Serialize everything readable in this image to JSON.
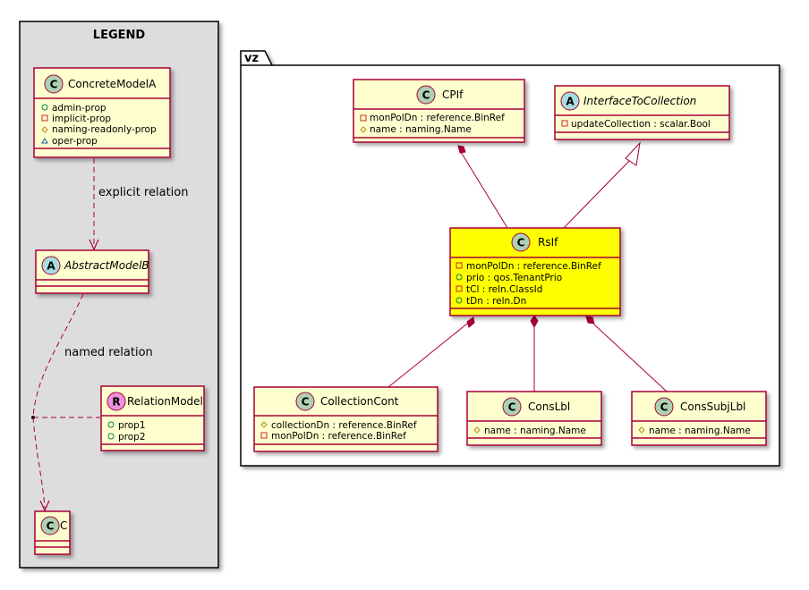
{
  "legend": {
    "title": "LEGEND",
    "concrete_model_a": {
      "name": "ConcreteModelA",
      "badge": "C",
      "attributes": [
        {
          "vis": "+",
          "text": "admin-prop"
        },
        {
          "vis": "-",
          "text": "implicit-prop"
        },
        {
          "vis": "#",
          "text": "naming-readonly-prop"
        },
        {
          "vis": "~",
          "text": "oper-prop"
        }
      ]
    },
    "abstract_model_b": {
      "name": "AbstractModelB",
      "badge": "A"
    },
    "relation_model": {
      "name": "RelationModel",
      "badge": "R",
      "attributes": [
        {
          "vis": "+",
          "text": "prop1"
        },
        {
          "vis": "+",
          "text": "prop2"
        }
      ]
    },
    "class_c": {
      "name": "C",
      "badge": "C"
    },
    "explicit_relation_label": "explicit relation",
    "named_relation_label": "named relation"
  },
  "package": {
    "title": "vz",
    "classes": {
      "cpif": {
        "name": "CPIf",
        "badge": "C",
        "attributes": [
          {
            "vis": "-",
            "text": "monPolDn : reference.BinRef"
          },
          {
            "vis": "#",
            "text": "name : naming.Name"
          }
        ]
      },
      "interface_to_collection": {
        "name": "InterfaceToCollection",
        "badge": "A",
        "attributes": [
          {
            "vis": "-",
            "text": "updateCollection : scalar.Bool"
          }
        ]
      },
      "rsif": {
        "name": "RsIf",
        "badge": "C",
        "attributes": [
          {
            "vis": "-",
            "text": "monPolDn : reference.BinRef"
          },
          {
            "vis": "+",
            "text": "prio : qos.TenantPrio"
          },
          {
            "vis": "-",
            "text": "tCl : reln.ClassId"
          },
          {
            "vis": "+",
            "text": "tDn : reln.Dn"
          }
        ]
      },
      "collection_cont": {
        "name": "CollectionCont",
        "badge": "C",
        "attributes": [
          {
            "vis": "#",
            "text": "collectionDn : reference.BinRef"
          },
          {
            "vis": "-",
            "text": "monPolDn : reference.BinRef"
          }
        ]
      },
      "cons_lbl": {
        "name": "ConsLbl",
        "badge": "C",
        "attributes": [
          {
            "vis": "#",
            "text": "name : naming.Name"
          }
        ]
      },
      "cons_subj_lbl": {
        "name": "ConsSubjLbl",
        "badge": "C",
        "attributes": [
          {
            "vis": "#",
            "text": "name : naming.Name"
          }
        ]
      }
    }
  },
  "colors": {
    "class_fill": "#FEFECE",
    "class_border": "#A80036",
    "highlight_fill": "#FFFF00",
    "legend_bg": "#DDDDDD",
    "badge_class": "#ADD1B2",
    "badge_abstract": "#A9DCDF",
    "badge_relation": "#EB93DF",
    "shadow": "#C8C8C8"
  }
}
